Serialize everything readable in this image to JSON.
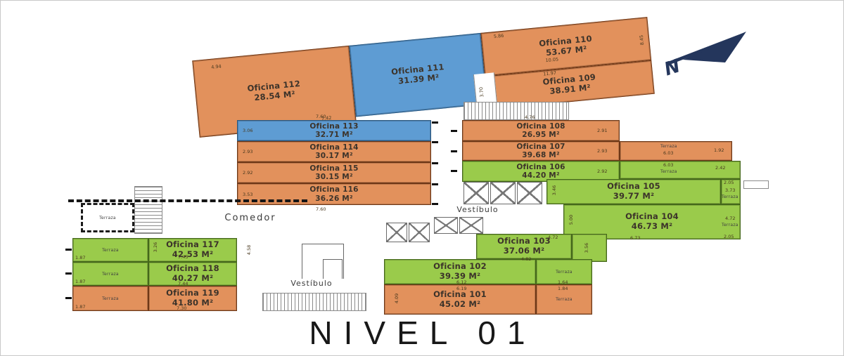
{
  "page": {
    "title": "NIVEL 01"
  },
  "compass": {
    "north_letter": "N"
  },
  "legend_colors": {
    "orange": "#E2915C",
    "green": "#9ACB4B",
    "blue": "#5E9CD3",
    "compass_navy": "#24365C"
  },
  "labels": {
    "comedor": "Comedor",
    "vestibulo": "Vestíbulo",
    "terraza": "Terraza"
  },
  "rooms": {
    "o101": {
      "name": "Oficina 101",
      "area": "45.02 M²",
      "color": "orange"
    },
    "o102": {
      "name": "Oficina 102",
      "area": "39.39 M²",
      "color": "green"
    },
    "o103": {
      "name": "Oficina 103",
      "area": "37.06 M²",
      "color": "green"
    },
    "o104": {
      "name": "Oficina 104",
      "area": "46.73 M²",
      "color": "green"
    },
    "o105": {
      "name": "Oficina 105",
      "area": "39.77 M²",
      "color": "green"
    },
    "o106": {
      "name": "Oficina 106",
      "area": "44.20 M²",
      "color": "green"
    },
    "o107": {
      "name": "Oficina 107",
      "area": "39.68 M²",
      "color": "orange"
    },
    "o108": {
      "name": "Oficina 108",
      "area": "26.95 M²",
      "color": "orange"
    },
    "o109": {
      "name": "Oficina 109",
      "area": "38.91 M²",
      "color": "orange"
    },
    "o110": {
      "name": "Oficina 110",
      "area": "53.67 M²",
      "color": "orange"
    },
    "o111": {
      "name": "Oficina 111",
      "area": "31.39 M²",
      "color": "blue"
    },
    "o112": {
      "name": "Oficina 112",
      "area": "28.54 M²",
      "color": "orange"
    },
    "o113": {
      "name": "Oficina 113",
      "area": "32.71 M²",
      "color": "blue"
    },
    "o114": {
      "name": "Oficina 114",
      "area": "30.17 M²",
      "color": "orange"
    },
    "o115": {
      "name": "Oficina 115",
      "area": "30.15 M²",
      "color": "orange"
    },
    "o116": {
      "name": "Oficina 116",
      "area": "36.26 M²",
      "color": "orange"
    },
    "o117": {
      "name": "Oficina 117",
      "area": "42.53 M²",
      "color": "green"
    },
    "o118": {
      "name": "Oficina 118",
      "area": "40.27 M²",
      "color": "green"
    },
    "o119": {
      "name": "Oficina 119",
      "area": "41.80 M²",
      "color": "orange"
    }
  },
  "dims": {
    "d4_94": "4.94",
    "d5_86": "5.86",
    "d10_05": "10.05",
    "d11_97": "11.97",
    "d8_45": "8.45",
    "d7_42": "7.42",
    "d3_70": "3.70",
    "d7_60": "7.60",
    "d3_06": "3.06",
    "d2_93": "2.93",
    "d2_92": "2.92",
    "d3_53": "3.53",
    "d4_76": "4.76",
    "d2_91": "2.91",
    "d6_03": "6.03",
    "d1_92": "1.92",
    "d2_42": "2.42",
    "d2_05": "2.05",
    "d3_73": "3.73",
    "d4_72": "4.72",
    "d6_73": "6.73",
    "d5_00": "5.00",
    "d3_46": "3.46",
    "d1_87": "1.87",
    "d3_26": "3.26",
    "d7_45": "7.45",
    "d7_44": "7.44",
    "d7_30": "7.30",
    "d4_58": "4.58",
    "d6_12": "6.12",
    "d6_19": "6.19",
    "d1_64": "1.64",
    "d1_84": "1.84",
    "d4_09": "4.09",
    "d4_82": "4.82",
    "d3_56": "3.56"
  }
}
